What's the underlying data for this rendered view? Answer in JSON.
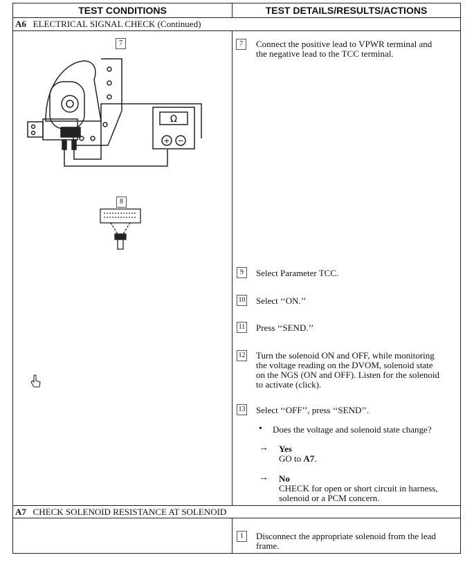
{
  "header": {
    "left": "TEST CONDITIONS",
    "right": "TEST DETAILS/RESULTS/ACTIONS"
  },
  "sections": [
    {
      "code": "A6",
      "title": "ELECTRICAL SIGNAL CHECK (Continued)"
    },
    {
      "code": "A7",
      "title": "CHECK SOLENOID RESISTANCE AT SOLENOID"
    }
  ],
  "figures": {
    "fig7_number": "7",
    "fig8_number": "8",
    "ohm_symbol": "Ω",
    "plus_symbol": "+",
    "minus_symbol": "−",
    "cursor_icon": "hand-pointer-icon"
  },
  "steps": [
    {
      "num": "7",
      "lines": [
        "Connect the positive lead to VPWR terminal and",
        "the negative lead to the TCC terminal."
      ]
    },
    {
      "num": "9",
      "lines": [
        "Select Parameter TCC."
      ]
    },
    {
      "num": "10",
      "lines": [
        "Select ‘‘ON.’’"
      ]
    },
    {
      "num": "11",
      "lines": [
        "Press ‘‘SEND.’’"
      ]
    },
    {
      "num": "12",
      "lines": [
        "Turn the solenoid ON and OFF, while monitoring",
        "the voltage reading on the DVOM, solenoid state",
        "on the NGS (ON and OFF). Listen for the solenoid",
        "to activate (click)."
      ]
    },
    {
      "num": "13",
      "lines": [
        "Select ‘‘OFF’’, press ‘‘SEND’’."
      ]
    }
  ],
  "question": "Does the voltage and solenoid state change?",
  "outcomes": {
    "yes_label": "Yes",
    "yes_action_prefix": "GO to ",
    "yes_action_target": "A7",
    "yes_action_suffix": ".",
    "no_label": "No",
    "no_lines": [
      "CHECK for open or short circuit in harness,",
      "solenoid or a PCM concern."
    ]
  },
  "a7_step": {
    "num": "1",
    "lines": [
      "Disconnect the appropriate solenoid from the lead",
      "frame."
    ]
  }
}
